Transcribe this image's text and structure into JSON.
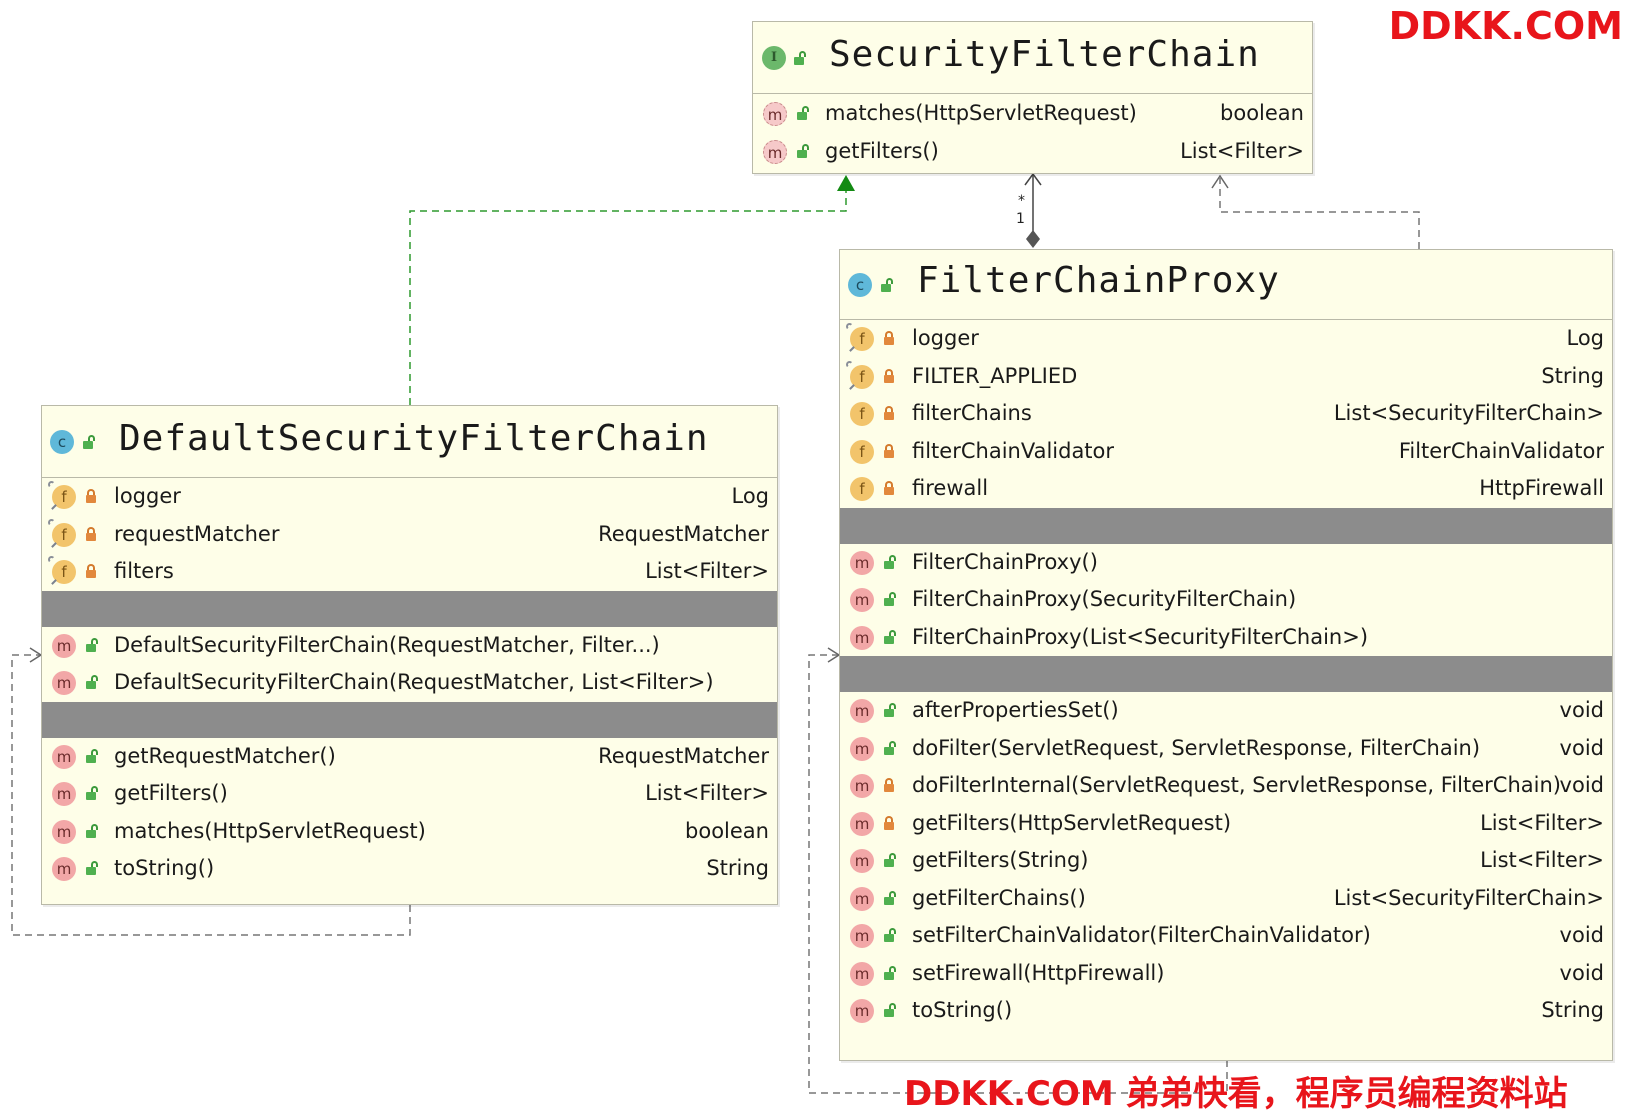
{
  "watermark_top": "DDKK.COM",
  "watermark_bottom": "DDKK.COM 弟弟快看，程序员编程资料站",
  "multiplicity": {
    "many": "*",
    "one": "1"
  },
  "interface_box": {
    "kind": "I",
    "title": "SecurityFilterChain",
    "methods": [
      {
        "name": "matches(HttpServletRequest)",
        "type": "boolean"
      },
      {
        "name": "getFilters()",
        "type": "List<Filter>"
      }
    ]
  },
  "default_box": {
    "kind": "c",
    "title": "DefaultSecurityFilterChain",
    "fields": [
      {
        "name": "logger",
        "type": "Log"
      },
      {
        "name": "requestMatcher",
        "type": "RequestMatcher"
      },
      {
        "name": "filters",
        "type": "List<Filter>"
      }
    ],
    "constructors": [
      {
        "name": "DefaultSecurityFilterChain(RequestMatcher, Filter...)",
        "type": ""
      },
      {
        "name": "DefaultSecurityFilterChain(RequestMatcher, List<Filter>)",
        "type": ""
      }
    ],
    "methods": [
      {
        "name": "getRequestMatcher()",
        "type": "RequestMatcher"
      },
      {
        "name": "getFilters()",
        "type": "List<Filter>"
      },
      {
        "name": "matches(HttpServletRequest)",
        "type": "boolean"
      },
      {
        "name": "toString()",
        "type": "String"
      }
    ]
  },
  "proxy_box": {
    "kind": "c",
    "title": "FilterChainProxy",
    "fields": [
      {
        "name": "logger",
        "type": "Log"
      },
      {
        "name": "FILTER_APPLIED",
        "type": "String"
      },
      {
        "name": "filterChains",
        "type": "List<SecurityFilterChain>"
      },
      {
        "name": "filterChainValidator",
        "type": "FilterChainValidator"
      },
      {
        "name": "firewall",
        "type": "HttpFirewall"
      }
    ],
    "constructors": [
      {
        "name": "FilterChainProxy()",
        "type": ""
      },
      {
        "name": "FilterChainProxy(SecurityFilterChain)",
        "type": ""
      },
      {
        "name": "FilterChainProxy(List<SecurityFilterChain>)",
        "type": ""
      }
    ],
    "methods": [
      {
        "name": "afterPropertiesSet()",
        "type": "void"
      },
      {
        "name": "doFilter(ServletRequest, ServletResponse, FilterChain)",
        "type": "void"
      },
      {
        "name": "doFilterInternal(ServletRequest, ServletResponse, FilterChain)",
        "type": "void"
      },
      {
        "name": "getFilters(HttpServletRequest)",
        "type": "List<Filter>"
      },
      {
        "name": "getFilters(String)",
        "type": "List<Filter>"
      },
      {
        "name": "getFilterChains()",
        "type": "List<SecurityFilterChain>"
      },
      {
        "name": "setFilterChainValidator(FilterChainValidator)",
        "type": "void"
      },
      {
        "name": "setFirewall(HttpFirewall)",
        "type": "void"
      },
      {
        "name": "toString()",
        "type": "String"
      }
    ]
  }
}
